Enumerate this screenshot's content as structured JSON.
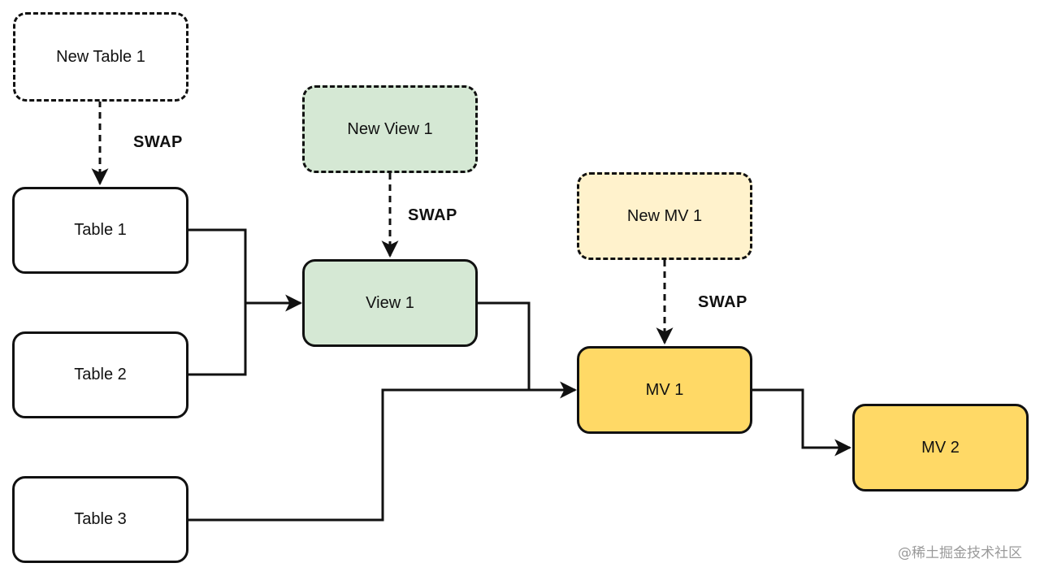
{
  "colors": {
    "stroke": "#111111",
    "green_fill": "#d5e8d4",
    "yellow_fill": "#ffd966",
    "light_yellow_fill": "#fff2cc",
    "white_fill": "#ffffff"
  },
  "nodes": {
    "new_table_1": "New Table 1",
    "table_1": "Table 1",
    "table_2": "Table 2",
    "table_3": "Table 3",
    "new_view_1": "New View 1",
    "view_1": "View 1",
    "new_mv_1": "New MV 1",
    "mv_1": "MV 1",
    "mv_2": "MV 2"
  },
  "swap_labels": {
    "table": "SWAP",
    "view": "SWAP",
    "mv": "SWAP"
  },
  "watermark": "@稀土掘金技术社区"
}
